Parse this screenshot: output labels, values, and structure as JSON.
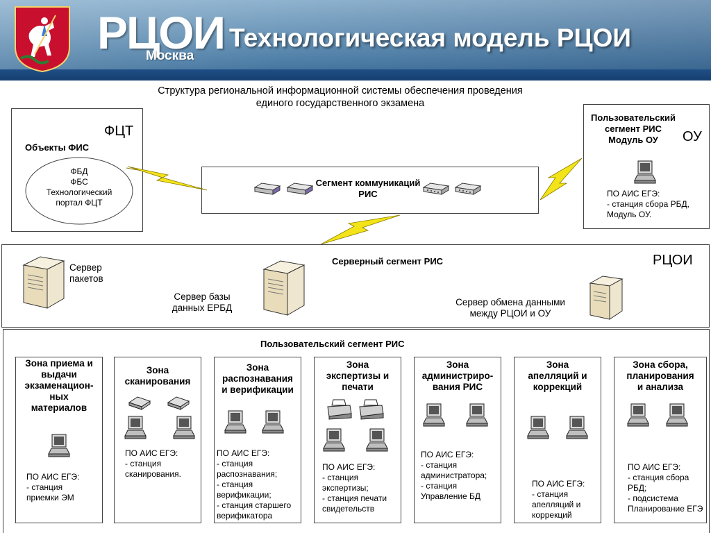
{
  "header": {
    "logo_text": "РЦОИ",
    "logo_subtext": "Москва",
    "title": "Технологическая модель РЦОИ"
  },
  "structure_title": {
    "line1": "Структура региональной информационной системы обеспечения проведения",
    "line2": "единого государственного экзамена"
  },
  "fct": {
    "label": "ФЦТ",
    "objects_title": "Объекты ФИС",
    "ellipse_lines": [
      "ФБД",
      "ФБС",
      "Технологический",
      "портал ФЦТ"
    ]
  },
  "communication": {
    "line1": "Сегмент коммуникаций",
    "line2": "РИС"
  },
  "ou": {
    "title_lines": [
      "Пользовательский",
      "сегмент РИС",
      "Модуль ОУ"
    ],
    "label": "ОУ",
    "desc_lines": [
      "ПО АИС ЕГЭ:",
      "- станция сбора РБД,",
      "Модуль ОУ."
    ]
  },
  "server_segment": {
    "title": "Серверный сегмент РИС",
    "label": "РЦОИ",
    "server_packets": [
      "Сервер",
      "пакетов"
    ],
    "server_db": [
      "Сервер базы",
      "данных ЕРБД"
    ],
    "server_exchange": [
      "Сервер обмена данными",
      "между РЦОИ и ОУ"
    ]
  },
  "user_segment": {
    "title": "Пользовательский сегмент РИС",
    "zones": [
      {
        "title": [
          "Зона приема и",
          "выдачи",
          "экзаменацион-",
          "ных",
          "материалов"
        ],
        "desc": [
          "ПО АИС ЕГЭ:",
          "- станция",
          "приемки ЭМ"
        ]
      },
      {
        "title": [
          "Зона",
          "сканирования"
        ],
        "desc": [
          "ПО АИС ЕГЭ:",
          "- станция",
          "сканирования."
        ]
      },
      {
        "title": [
          "Зона",
          "распознавания",
          "и верификации"
        ],
        "desc": [
          "ПО АИС ЕГЭ:",
          "- станция",
          "распознавания;",
          "- станция",
          "верификации;",
          "- станция старшего",
          "верификатора"
        ]
      },
      {
        "title": [
          "Зона",
          "экспертизы и",
          "печати"
        ],
        "desc": [
          "ПО АИС ЕГЭ:",
          "- станция",
          "экспертизы;",
          "- станция печати",
          "свидетельств"
        ]
      },
      {
        "title": [
          "Зона",
          "администриро-",
          "вания РИС"
        ],
        "desc": [
          "ПО АИС ЕГЭ:",
          "- станция",
          "администратора;",
          "- станция",
          "Управление БД"
        ]
      },
      {
        "title": [
          "Зона",
          "апелляций и",
          "коррекций"
        ],
        "desc": [
          "ПО АИС ЕГЭ:",
          "- станция",
          "апелляций и",
          "коррекций"
        ]
      },
      {
        "title": [
          "Зона сбора,",
          "планирования",
          "и анализа"
        ],
        "desc": [
          "ПО АИС ЕГЭ:",
          "- станция сбора",
          "РБД;",
          "- подсистема",
          "Планирование ЕГЭ"
        ]
      }
    ]
  },
  "colors": {
    "banner_blue": "#4f7fa7",
    "lightning": "#f2e418",
    "server_beige": "#efe6cf"
  }
}
